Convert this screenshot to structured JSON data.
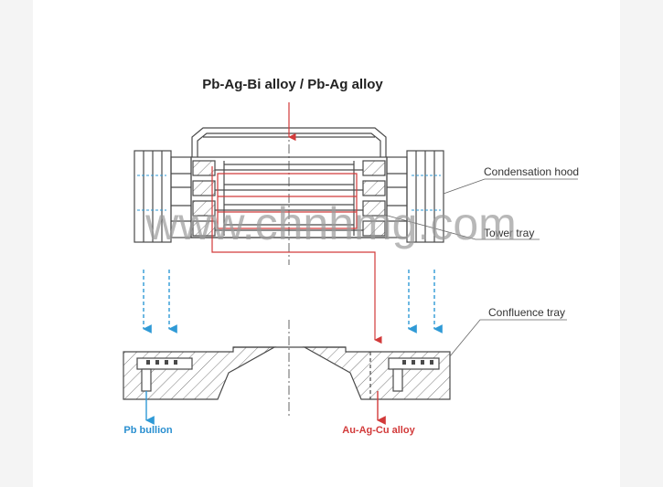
{
  "title": "Pb-Ag-Bi alloy / Pb-Ag alloy",
  "labels": {
    "condensation_hood": "Condensation hood",
    "tower_tray": "Tower tray",
    "confluence_tray": "Confluence tray",
    "pb_bullion": "Pb bullion",
    "au_ag_cu_alloy": "Au-Ag-Cu alloy"
  },
  "watermark": "www.chnhmg.com",
  "colors": {
    "line": "#4a4a4a",
    "red_flow": "#d23a3a",
    "blue_flow": "#2f9ad6",
    "blue_text": "#2a8fd0",
    "red_text": "#d23a3a",
    "watermark": "#9a9a9a"
  }
}
